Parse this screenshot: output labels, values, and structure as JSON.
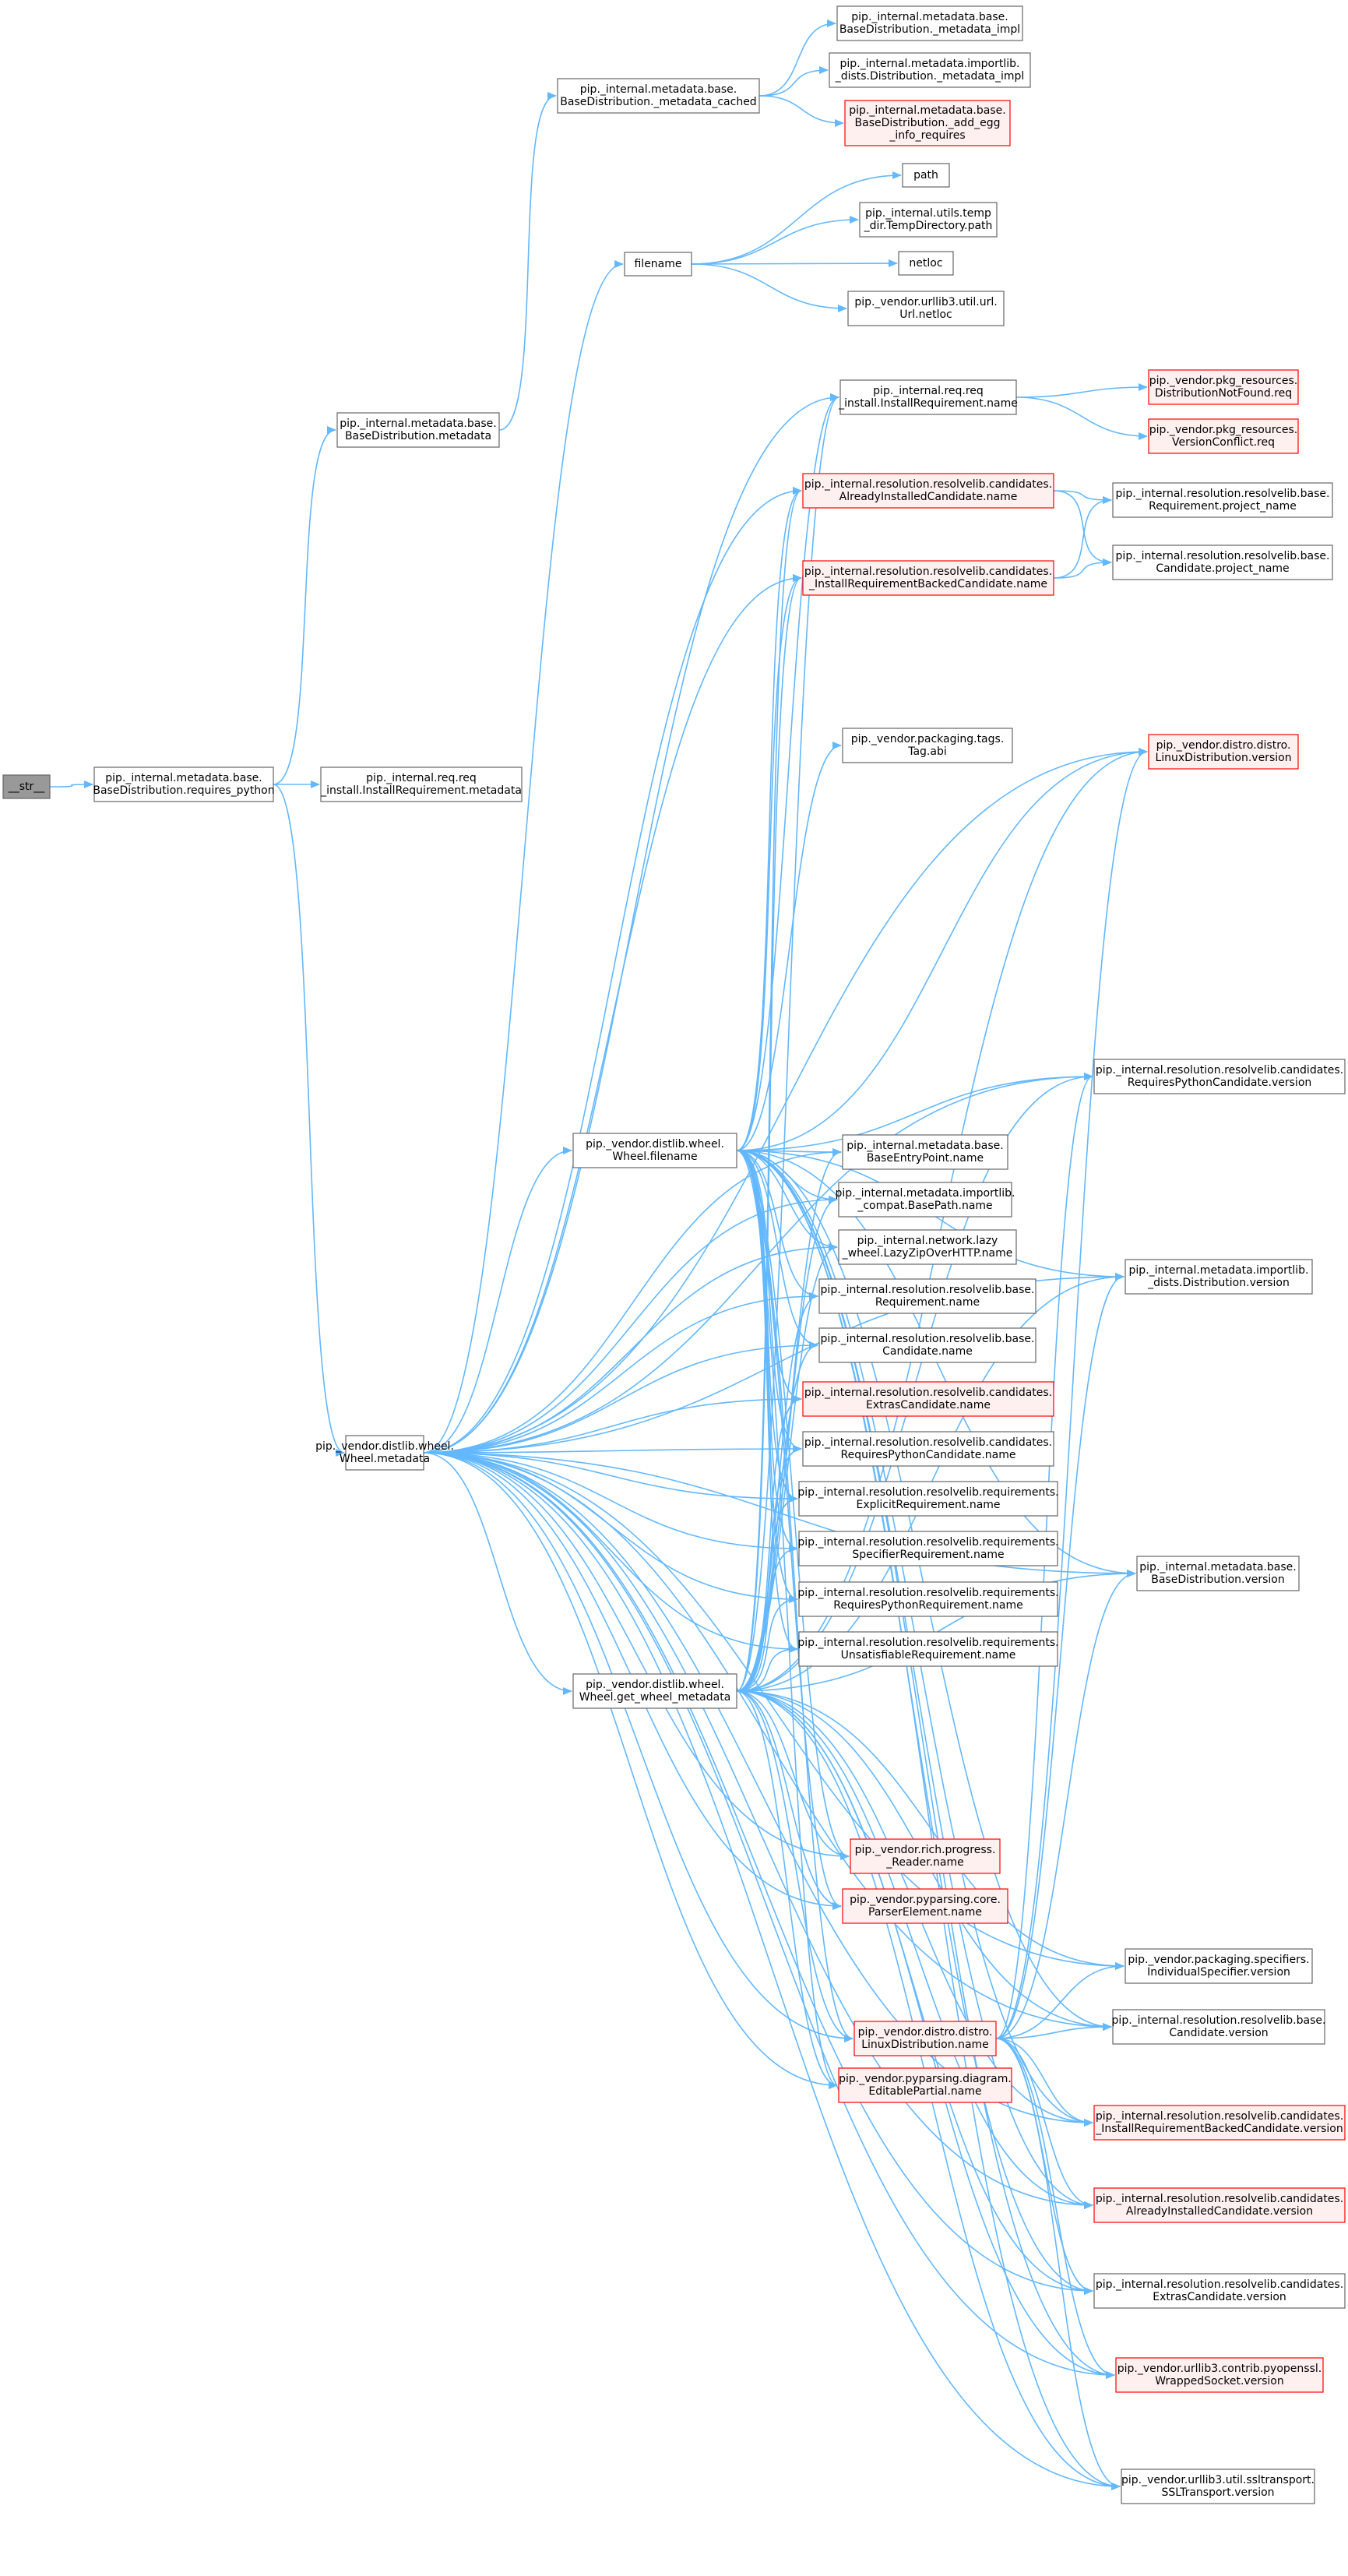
{
  "colors": {
    "edge": "#63b8ff",
    "node_border": "#666666",
    "node_fill": "#ffffff",
    "truncated_border": "#ff0000",
    "truncated_fill": "#fff0f0",
    "root_fill": "#999999"
  },
  "nodes": [
    {
      "id": "root",
      "lines": [
        "__str__"
      ],
      "style": "root"
    },
    {
      "id": "requires_python",
      "lines": [
        "pip._internal.metadata.base.",
        "BaseDistribution.requires_python"
      ]
    },
    {
      "id": "base_metadata",
      "lines": [
        "pip._internal.metadata.base.",
        "BaseDistribution.metadata"
      ]
    },
    {
      "id": "req_metadata",
      "lines": [
        "pip._internal.req.req",
        "_install.InstallRequirement.metadata"
      ]
    },
    {
      "id": "wheel_metadata",
      "lines": [
        "pip._vendor.distlib.wheel.",
        "Wheel.metadata"
      ]
    },
    {
      "id": "metadata_cached",
      "lines": [
        "pip._internal.metadata.base.",
        "BaseDistribution._metadata_cached"
      ]
    },
    {
      "id": "filename",
      "lines": [
        "filename"
      ]
    },
    {
      "id": "wheel_filename",
      "lines": [
        "pip._vendor.distlib.wheel.",
        "Wheel.filename"
      ]
    },
    {
      "id": "get_wheel_metadata",
      "lines": [
        "pip._vendor.distlib.wheel.",
        "Wheel.get_wheel_metadata"
      ]
    },
    {
      "id": "metadata_impl",
      "lines": [
        "pip._internal.metadata.base.",
        "BaseDistribution._metadata_impl"
      ]
    },
    {
      "id": "importlib_metadata_impl",
      "lines": [
        "pip._internal.metadata.importlib.",
        "_dists.Distribution._metadata_impl"
      ]
    },
    {
      "id": "add_egg_info",
      "lines": [
        "pip._internal.metadata.base.",
        "BaseDistribution._add_egg",
        "_info_requires"
      ],
      "style": "truncated"
    },
    {
      "id": "path",
      "lines": [
        "path"
      ]
    },
    {
      "id": "tempdir_path",
      "lines": [
        "pip._internal.utils.temp",
        "_dir.TempDirectory.path"
      ]
    },
    {
      "id": "netloc",
      "lines": [
        "netloc"
      ]
    },
    {
      "id": "url_netloc",
      "lines": [
        "pip._vendor.urllib3.util.url.",
        "Url.netloc"
      ]
    },
    {
      "id": "installreq_name",
      "lines": [
        "pip._internal.req.req",
        "_install.InstallRequirement.name"
      ]
    },
    {
      "id": "aic_name",
      "lines": [
        "pip._internal.resolution.resolvelib.candidates.",
        "AlreadyInstalledCandidate.name"
      ],
      "style": "truncated"
    },
    {
      "id": "irbc_name",
      "lines": [
        "pip._internal.resolution.resolvelib.candidates.",
        "_InstallRequirementBackedCandidate.name"
      ],
      "style": "truncated"
    },
    {
      "id": "tag_abi",
      "lines": [
        "pip._vendor.packaging.tags.",
        "Tag.abi"
      ]
    },
    {
      "id": "entrypoint_name",
      "lines": [
        "pip._internal.metadata.base.",
        "BaseEntryPoint.name"
      ]
    },
    {
      "id": "basepath_name",
      "lines": [
        "pip._internal.metadata.importlib.",
        "_compat.BasePath.name"
      ]
    },
    {
      "id": "lazy_name",
      "lines": [
        "pip._internal.network.lazy",
        "_wheel.LazyZipOverHTTP.name"
      ]
    },
    {
      "id": "req_base_name",
      "lines": [
        "pip._internal.resolution.resolvelib.base.",
        "Requirement.name"
      ]
    },
    {
      "id": "cand_base_name",
      "lines": [
        "pip._internal.resolution.resolvelib.base.",
        "Candidate.name"
      ]
    },
    {
      "id": "extras_cand_name",
      "lines": [
        "pip._internal.resolution.resolvelib.candidates.",
        "ExtrasCandidate.name"
      ],
      "style": "truncated"
    },
    {
      "id": "rpc_name",
      "lines": [
        "pip._internal.resolution.resolvelib.candidates.",
        "RequiresPythonCandidate.name"
      ]
    },
    {
      "id": "explicit_name",
      "lines": [
        "pip._internal.resolution.resolvelib.requirements.",
        "ExplicitRequirement.name"
      ]
    },
    {
      "id": "specifier_name",
      "lines": [
        "pip._internal.resolution.resolvelib.requirements.",
        "SpecifierRequirement.name"
      ]
    },
    {
      "id": "rpr_name",
      "lines": [
        "pip._internal.resolution.resolvelib.requirements.",
        "RequiresPythonRequirement.name"
      ]
    },
    {
      "id": "unsat_name",
      "lines": [
        "pip._internal.resolution.resolvelib.requirements.",
        "UnsatisfiableRequirement.name"
      ]
    },
    {
      "id": "rich_reader_name",
      "lines": [
        "pip._vendor.rich.progress.",
        "_Reader.name"
      ],
      "style": "truncated"
    },
    {
      "id": "parser_name",
      "lines": [
        "pip._vendor.pyparsing.core.",
        "ParserElement.name"
      ],
      "style": "truncated"
    },
    {
      "id": "linux_name",
      "lines": [
        "pip._vendor.distro.distro.",
        "LinuxDistribution.name"
      ],
      "style": "truncated"
    },
    {
      "id": "editable_name",
      "lines": [
        "pip._vendor.pyparsing.diagram.",
        "EditablePartial.name"
      ],
      "style": "truncated"
    },
    {
      "id": "dist_not_found",
      "lines": [
        "pip._vendor.pkg_resources.",
        "DistributionNotFound.req"
      ],
      "style": "truncated"
    },
    {
      "id": "version_conflict",
      "lines": [
        "pip._vendor.pkg_resources.",
        "VersionConflict.req"
      ],
      "style": "truncated"
    },
    {
      "id": "req_project_name",
      "lines": [
        "pip._internal.resolution.resolvelib.base.",
        "Requirement.project_name"
      ]
    },
    {
      "id": "cand_project_name",
      "lines": [
        "pip._internal.resolution.resolvelib.base.",
        "Candidate.project_name"
      ]
    },
    {
      "id": "linux_version",
      "lines": [
        "pip._vendor.distro.distro.",
        "LinuxDistribution.version"
      ],
      "style": "truncated"
    },
    {
      "id": "rpc_version",
      "lines": [
        "pip._internal.resolution.resolvelib.candidates.",
        "RequiresPythonCandidate.version"
      ]
    },
    {
      "id": "importlib_version",
      "lines": [
        "pip._internal.metadata.importlib.",
        "_dists.Distribution.version"
      ]
    },
    {
      "id": "base_dist_version",
      "lines": [
        "pip._internal.metadata.base.",
        "BaseDistribution.version"
      ]
    },
    {
      "id": "specifier_version",
      "lines": [
        "pip._vendor.packaging.specifiers.",
        "IndividualSpecifier.version"
      ]
    },
    {
      "id": "cand_version",
      "lines": [
        "pip._internal.resolution.resolvelib.base.",
        "Candidate.version"
      ]
    },
    {
      "id": "irbc_version",
      "lines": [
        "pip._internal.resolution.resolvelib.candidates.",
        "_InstallRequirementBackedCandidate.version"
      ],
      "style": "truncated"
    },
    {
      "id": "aic_version",
      "lines": [
        "pip._internal.resolution.resolvelib.candidates.",
        "AlreadyInstalledCandidate.version"
      ],
      "style": "truncated"
    },
    {
      "id": "extras_version",
      "lines": [
        "pip._internal.resolution.resolvelib.candidates.",
        "ExtrasCandidate.version"
      ]
    },
    {
      "id": "wrapped_version",
      "lines": [
        "pip._vendor.urllib3.contrib.pyopenssl.",
        "WrappedSocket.version"
      ],
      "style": "truncated"
    },
    {
      "id": "ssl_version",
      "lines": [
        "pip._vendor.urllib3.util.ssltransport.",
        "SSLTransport.version"
      ]
    }
  ],
  "edges": [
    [
      "root",
      "requires_python"
    ],
    [
      "requires_python",
      "base_metadata"
    ],
    [
      "requires_python",
      "req_metadata"
    ],
    [
      "requires_python",
      "wheel_metadata"
    ],
    [
      "base_metadata",
      "metadata_cached"
    ],
    [
      "metadata_cached",
      "metadata_impl"
    ],
    [
      "metadata_cached",
      "importlib_metadata_impl"
    ],
    [
      "metadata_cached",
      "add_egg_info"
    ],
    [
      "filename",
      "path"
    ],
    [
      "filename",
      "tempdir_path"
    ],
    [
      "filename",
      "netloc"
    ],
    [
      "filename",
      "url_netloc"
    ],
    [
      "installreq_name",
      "dist_not_found"
    ],
    [
      "installreq_name",
      "version_conflict"
    ],
    [
      "aic_name",
      "req_project_name"
    ],
    [
      "aic_name",
      "cand_project_name"
    ],
    [
      "irbc_name",
      "req_project_name"
    ],
    [
      "irbc_name",
      "cand_project_name"
    ],
    [
      "wheel_metadata",
      "filename"
    ],
    [
      "wheel_metadata",
      "wheel_filename"
    ],
    [
      "wheel_metadata",
      "get_wheel_metadata"
    ],
    [
      "wheel_metadata",
      "installreq_name"
    ],
    [
      "wheel_metadata",
      "aic_name"
    ],
    [
      "wheel_metadata",
      "irbc_name"
    ],
    [
      "wheel_metadata",
      "entrypoint_name"
    ],
    [
      "wheel_metadata",
      "basepath_name"
    ],
    [
      "wheel_metadata",
      "lazy_name"
    ],
    [
      "wheel_metadata",
      "req_base_name"
    ],
    [
      "wheel_metadata",
      "cand_base_name"
    ],
    [
      "wheel_metadata",
      "extras_cand_name"
    ],
    [
      "wheel_metadata",
      "rpc_name"
    ],
    [
      "wheel_metadata",
      "explicit_name"
    ],
    [
      "wheel_metadata",
      "specifier_name"
    ],
    [
      "wheel_metadata",
      "rpr_name"
    ],
    [
      "wheel_metadata",
      "unsat_name"
    ],
    [
      "wheel_metadata",
      "rich_reader_name"
    ],
    [
      "wheel_metadata",
      "parser_name"
    ],
    [
      "wheel_metadata",
      "linux_name"
    ],
    [
      "wheel_metadata",
      "editable_name"
    ],
    [
      "wheel_metadata",
      "linux_version"
    ],
    [
      "wheel_metadata",
      "rpc_version"
    ],
    [
      "wheel_metadata",
      "importlib_version"
    ],
    [
      "wheel_metadata",
      "base_dist_version"
    ],
    [
      "wheel_metadata",
      "specifier_version"
    ],
    [
      "wheel_metadata",
      "cand_version"
    ],
    [
      "wheel_metadata",
      "irbc_version"
    ],
    [
      "wheel_metadata",
      "aic_version"
    ],
    [
      "wheel_metadata",
      "extras_version"
    ],
    [
      "wheel_metadata",
      "wrapped_version"
    ],
    [
      "wheel_metadata",
      "ssl_version"
    ],
    [
      "wheel_filename",
      "installreq_name"
    ],
    [
      "wheel_filename",
      "aic_name"
    ],
    [
      "wheel_filename",
      "irbc_name"
    ],
    [
      "wheel_filename",
      "tag_abi"
    ],
    [
      "wheel_filename",
      "entrypoint_name"
    ],
    [
      "wheel_filename",
      "basepath_name"
    ],
    [
      "wheel_filename",
      "lazy_name"
    ],
    [
      "wheel_filename",
      "req_base_name"
    ],
    [
      "wheel_filename",
      "cand_base_name"
    ],
    [
      "wheel_filename",
      "extras_cand_name"
    ],
    [
      "wheel_filename",
      "rpc_name"
    ],
    [
      "wheel_filename",
      "explicit_name"
    ],
    [
      "wheel_filename",
      "specifier_name"
    ],
    [
      "wheel_filename",
      "rpr_name"
    ],
    [
      "wheel_filename",
      "unsat_name"
    ],
    [
      "wheel_filename",
      "rich_reader_name"
    ],
    [
      "wheel_filename",
      "parser_name"
    ],
    [
      "wheel_filename",
      "linux_name"
    ],
    [
      "wheel_filename",
      "editable_name"
    ],
    [
      "wheel_filename",
      "linux_version"
    ],
    [
      "wheel_filename",
      "rpc_version"
    ],
    [
      "wheel_filename",
      "importlib_version"
    ],
    [
      "wheel_filename",
      "base_dist_version"
    ],
    [
      "wheel_filename",
      "cand_version"
    ],
    [
      "wheel_filename",
      "irbc_version"
    ],
    [
      "wheel_filename",
      "aic_version"
    ],
    [
      "wheel_filename",
      "extras_version"
    ],
    [
      "wheel_filename",
      "wrapped_version"
    ],
    [
      "wheel_filename",
      "ssl_version"
    ],
    [
      "get_wheel_metadata",
      "installreq_name"
    ],
    [
      "get_wheel_metadata",
      "aic_name"
    ],
    [
      "get_wheel_metadata",
      "irbc_name"
    ],
    [
      "get_wheel_metadata",
      "entrypoint_name"
    ],
    [
      "get_wheel_metadata",
      "basepath_name"
    ],
    [
      "get_wheel_metadata",
      "lazy_name"
    ],
    [
      "get_wheel_metadata",
      "req_base_name"
    ],
    [
      "get_wheel_metadata",
      "cand_base_name"
    ],
    [
      "get_wheel_metadata",
      "extras_cand_name"
    ],
    [
      "get_wheel_metadata",
      "rpc_name"
    ],
    [
      "get_wheel_metadata",
      "explicit_name"
    ],
    [
      "get_wheel_metadata",
      "specifier_name"
    ],
    [
      "get_wheel_metadata",
      "rpr_name"
    ],
    [
      "get_wheel_metadata",
      "unsat_name"
    ],
    [
      "get_wheel_metadata",
      "rich_reader_name"
    ],
    [
      "get_wheel_metadata",
      "parser_name"
    ],
    [
      "get_wheel_metadata",
      "linux_name"
    ],
    [
      "get_wheel_metadata",
      "editable_name"
    ],
    [
      "get_wheel_metadata",
      "linux_version"
    ],
    [
      "get_wheel_metadata",
      "rpc_version"
    ],
    [
      "get_wheel_metadata",
      "importlib_version"
    ],
    [
      "get_wheel_metadata",
      "base_dist_version"
    ],
    [
      "get_wheel_metadata",
      "specifier_version"
    ],
    [
      "get_wheel_metadata",
      "cand_version"
    ],
    [
      "get_wheel_metadata",
      "irbc_version"
    ],
    [
      "get_wheel_metadata",
      "aic_version"
    ],
    [
      "get_wheel_metadata",
      "extras_version"
    ],
    [
      "get_wheel_metadata",
      "wrapped_version"
    ],
    [
      "get_wheel_metadata",
      "ssl_version"
    ],
    [
      "linux_name",
      "linux_version"
    ],
    [
      "linux_name",
      "rpc_version"
    ],
    [
      "linux_name",
      "importlib_version"
    ],
    [
      "linux_name",
      "base_dist_version"
    ],
    [
      "linux_name",
      "specifier_version"
    ],
    [
      "linux_name",
      "cand_version"
    ],
    [
      "linux_name",
      "irbc_version"
    ],
    [
      "linux_name",
      "aic_version"
    ],
    [
      "linux_name",
      "extras_version"
    ],
    [
      "linux_name",
      "wrapped_version"
    ],
    [
      "linux_name",
      "ssl_version"
    ]
  ]
}
